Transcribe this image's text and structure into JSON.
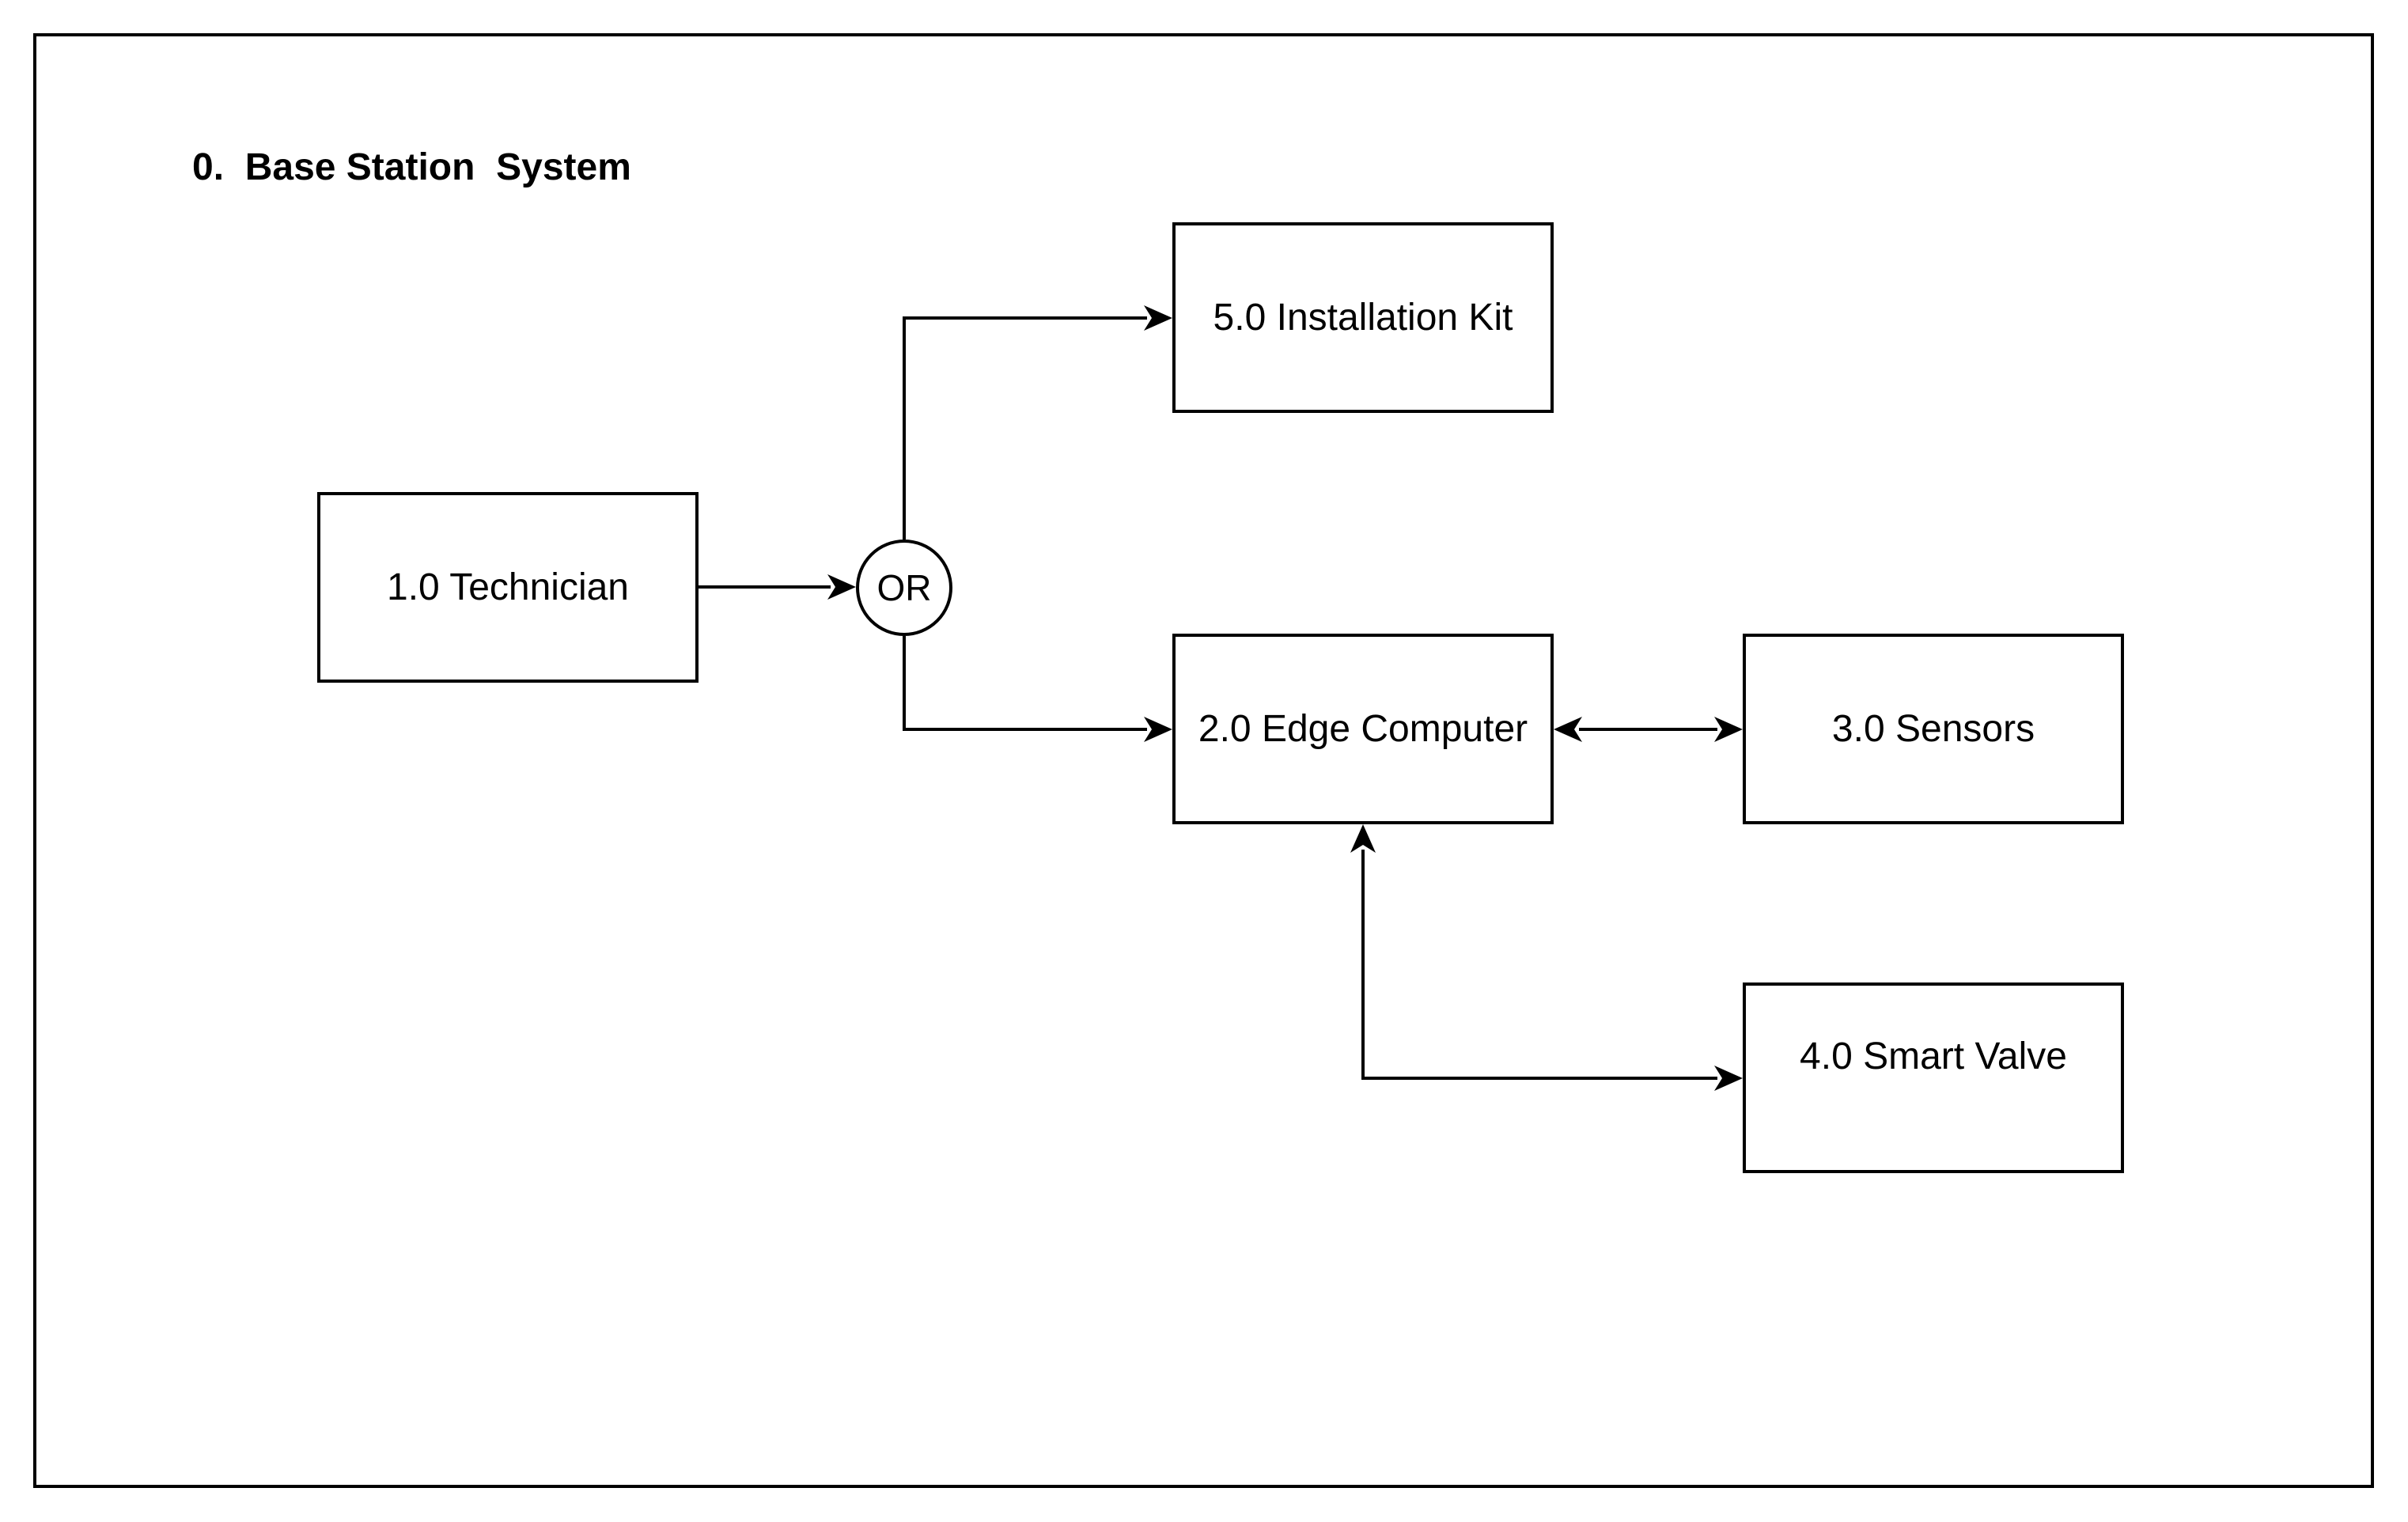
{
  "diagram": {
    "title": "0.  Base Station  System",
    "nodes": {
      "technician": "1.0 Technician",
      "or_gate": "OR",
      "installation_kit": "5.0 Installation Kit",
      "edge_computer": "2.0 Edge Computer",
      "sensors": "3.0 Sensors",
      "smart_valve": "4.0 Smart Valve"
    },
    "edges": [
      {
        "from": "1.0 Technician",
        "to": "OR",
        "direction": "forward"
      },
      {
        "from": "OR",
        "to": "5.0 Installation Kit",
        "direction": "forward"
      },
      {
        "from": "OR",
        "to": "2.0 Edge Computer",
        "direction": "forward"
      },
      {
        "from": "2.0 Edge Computer",
        "to": "3.0 Sensors",
        "direction": "bidirectional"
      },
      {
        "from": "2.0 Edge Computer",
        "to": "4.0 Smart Valve",
        "direction": "bidirectional"
      }
    ],
    "colors": {
      "stroke": "#000000",
      "fill": "#ffffff",
      "text": "#000000"
    }
  }
}
